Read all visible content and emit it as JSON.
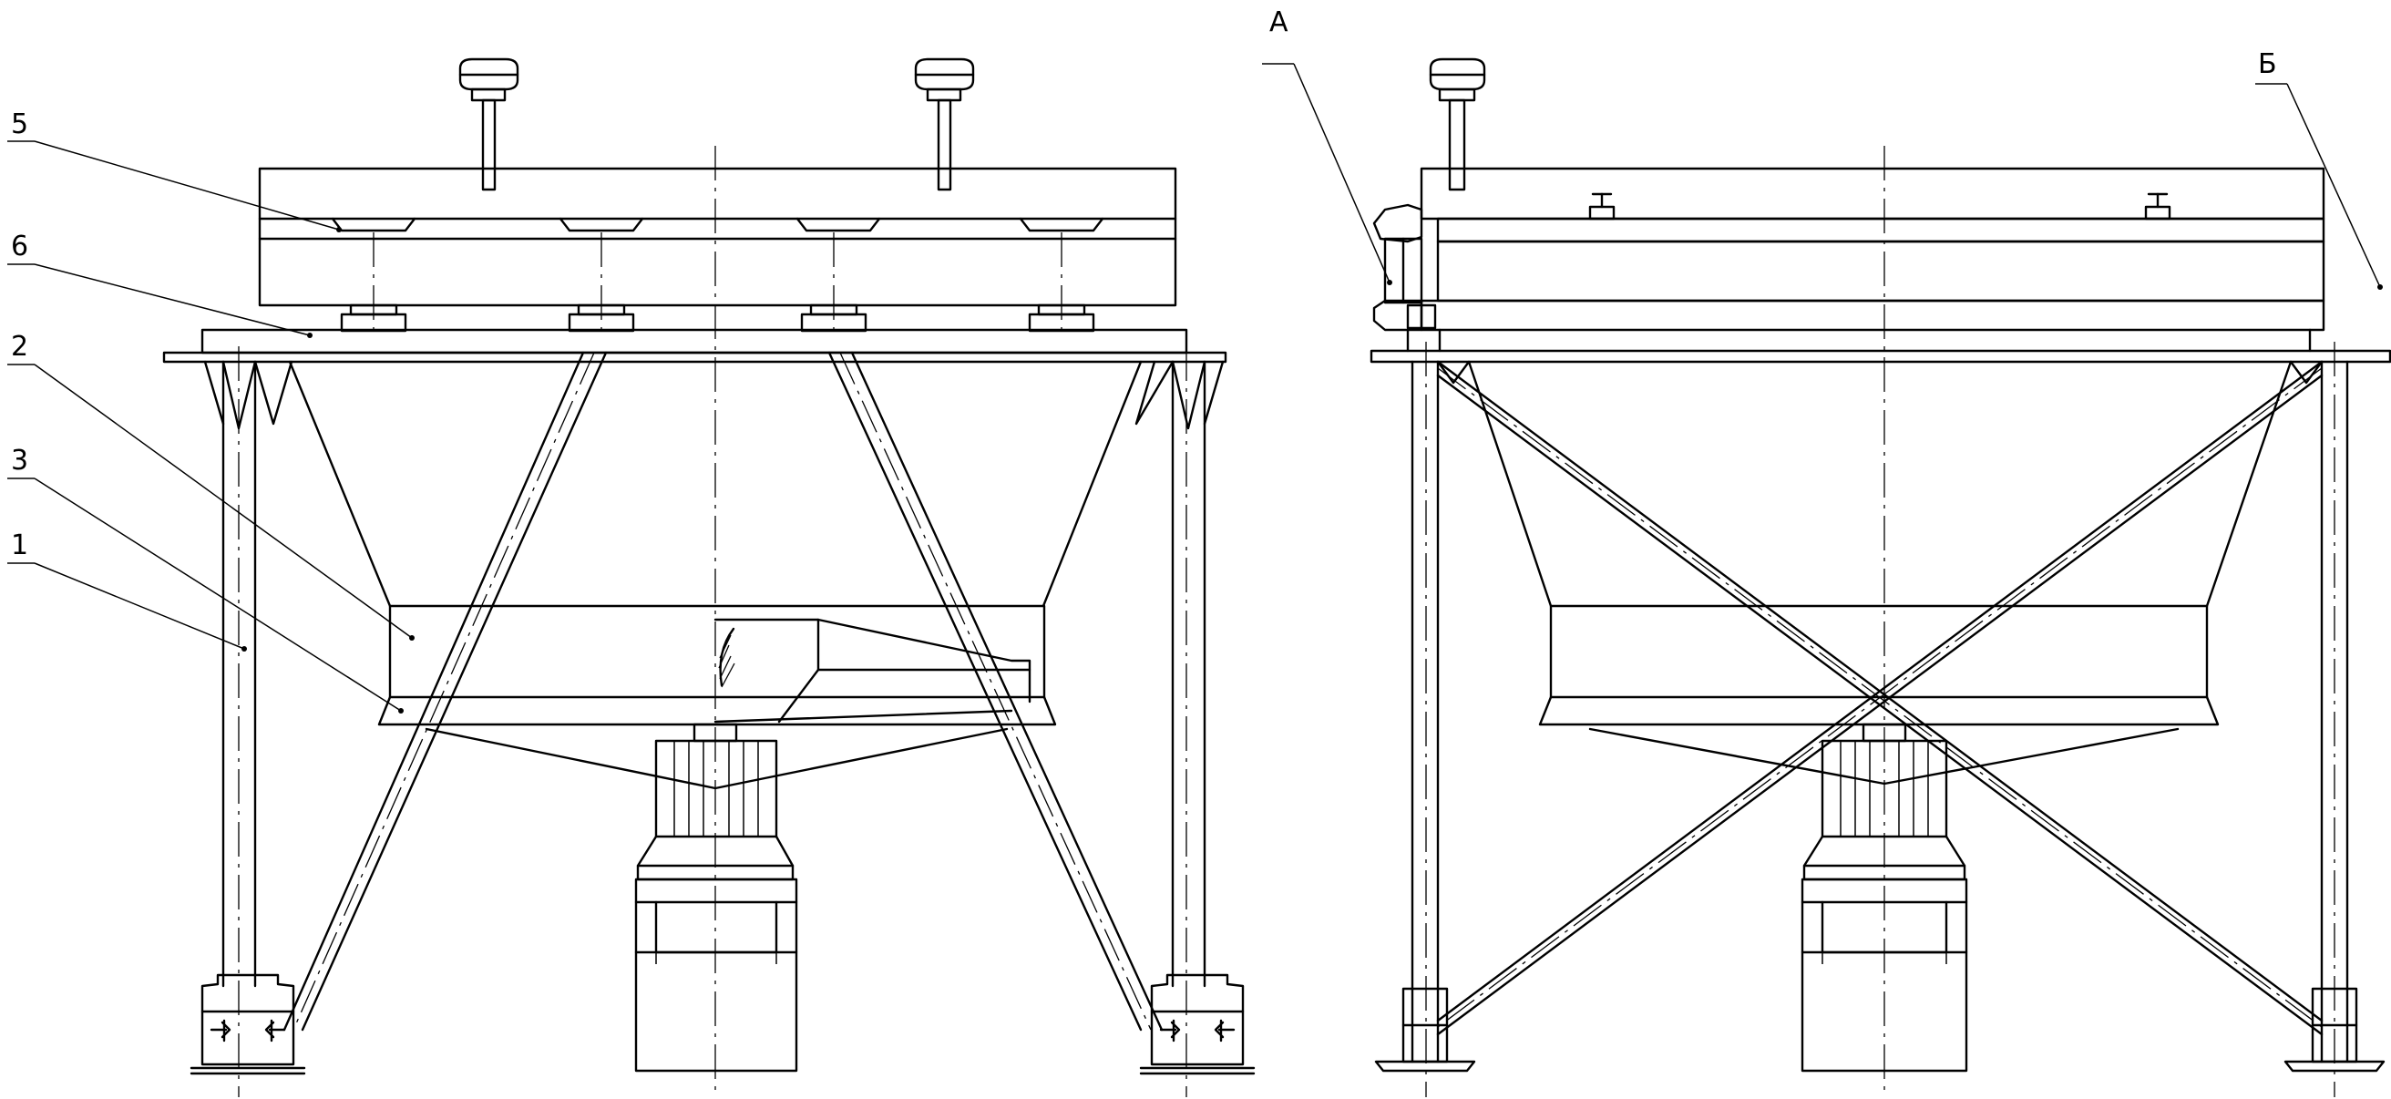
{
  "labels": {
    "item_5": "5",
    "item_6": "6",
    "item_2": "2",
    "item_3": "3",
    "item_1": "1",
    "view_a": "А",
    "view_b": "Б"
  }
}
